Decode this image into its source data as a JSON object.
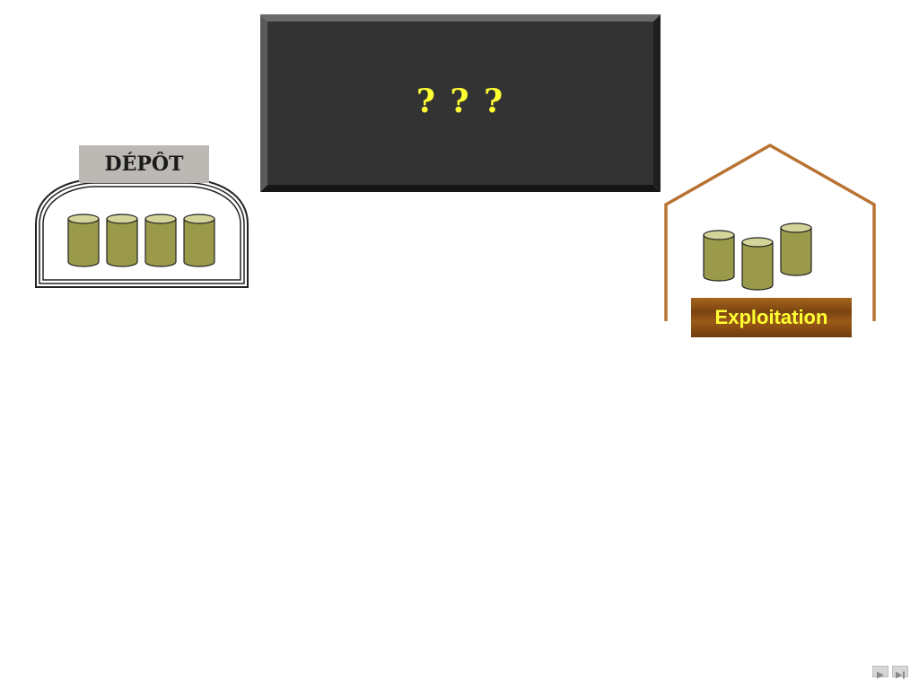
{
  "board": {
    "text": "? ? ?"
  },
  "depot": {
    "label": "DÉPÔT",
    "barrel_count": 4
  },
  "farm": {
    "label": "Exploitation",
    "barrel_count": 3
  },
  "colors": {
    "board_fill": "#333333",
    "question_text": "#ffff33",
    "farm_outline": "#b87333",
    "barrel": "#9a9a4a",
    "sign_text": "#ffff33"
  },
  "nav": {
    "play_icon": "play-icon",
    "skip_icon": "skip-end-icon"
  }
}
